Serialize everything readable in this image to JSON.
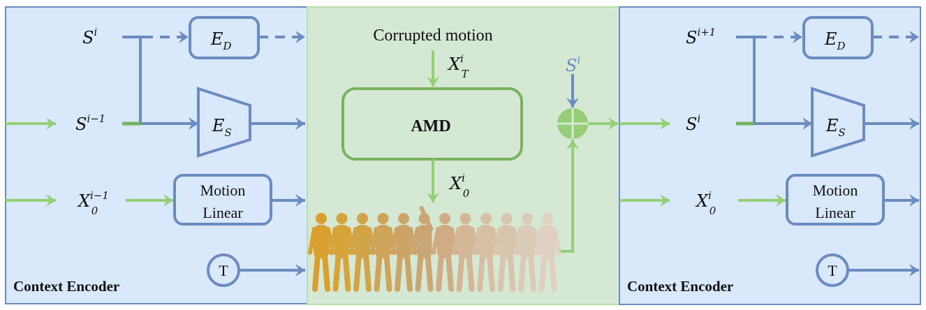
{
  "colors": {
    "blue": "#6b8cc0",
    "green": "#94cf78",
    "dark_green": "#76b35e",
    "blue_bg": "#dae8fc",
    "green_bg": "#d5e8d4"
  },
  "left_encoder": {
    "title": "Context Encoder",
    "s_top": {
      "base": "S",
      "sup": "i"
    },
    "s_mid": {
      "base": "S",
      "sup": "i−1"
    },
    "x_in": {
      "base": "X",
      "sup": "i−1",
      "sub": "0"
    },
    "ed": {
      "base": "E",
      "sub": "D"
    },
    "es": {
      "base": "E",
      "sub": "S"
    },
    "motion_linear": [
      "Motion",
      "Linear"
    ],
    "t_label": "T"
  },
  "center": {
    "input_label": "Corrupted motion",
    "xt": {
      "base": "X",
      "sup": "i",
      "sub": "T"
    },
    "amd_label": "AMD",
    "x0": {
      "base": "X",
      "sup": "i",
      "sub": "0"
    },
    "s_add": {
      "base": "S",
      "sup": "i"
    }
  },
  "right_encoder": {
    "title": "Context Encoder",
    "s_top": {
      "base": "S",
      "sup": "i+1"
    },
    "s_mid": {
      "base": "S",
      "sup": "i"
    },
    "x_in": {
      "base": "X",
      "sup": "i",
      "sub": "0"
    },
    "ed": {
      "base": "E",
      "sub": "D"
    },
    "es": {
      "base": "E",
      "sub": "S"
    },
    "motion_linear": [
      "Motion",
      "Linear"
    ],
    "t_label": "T"
  }
}
